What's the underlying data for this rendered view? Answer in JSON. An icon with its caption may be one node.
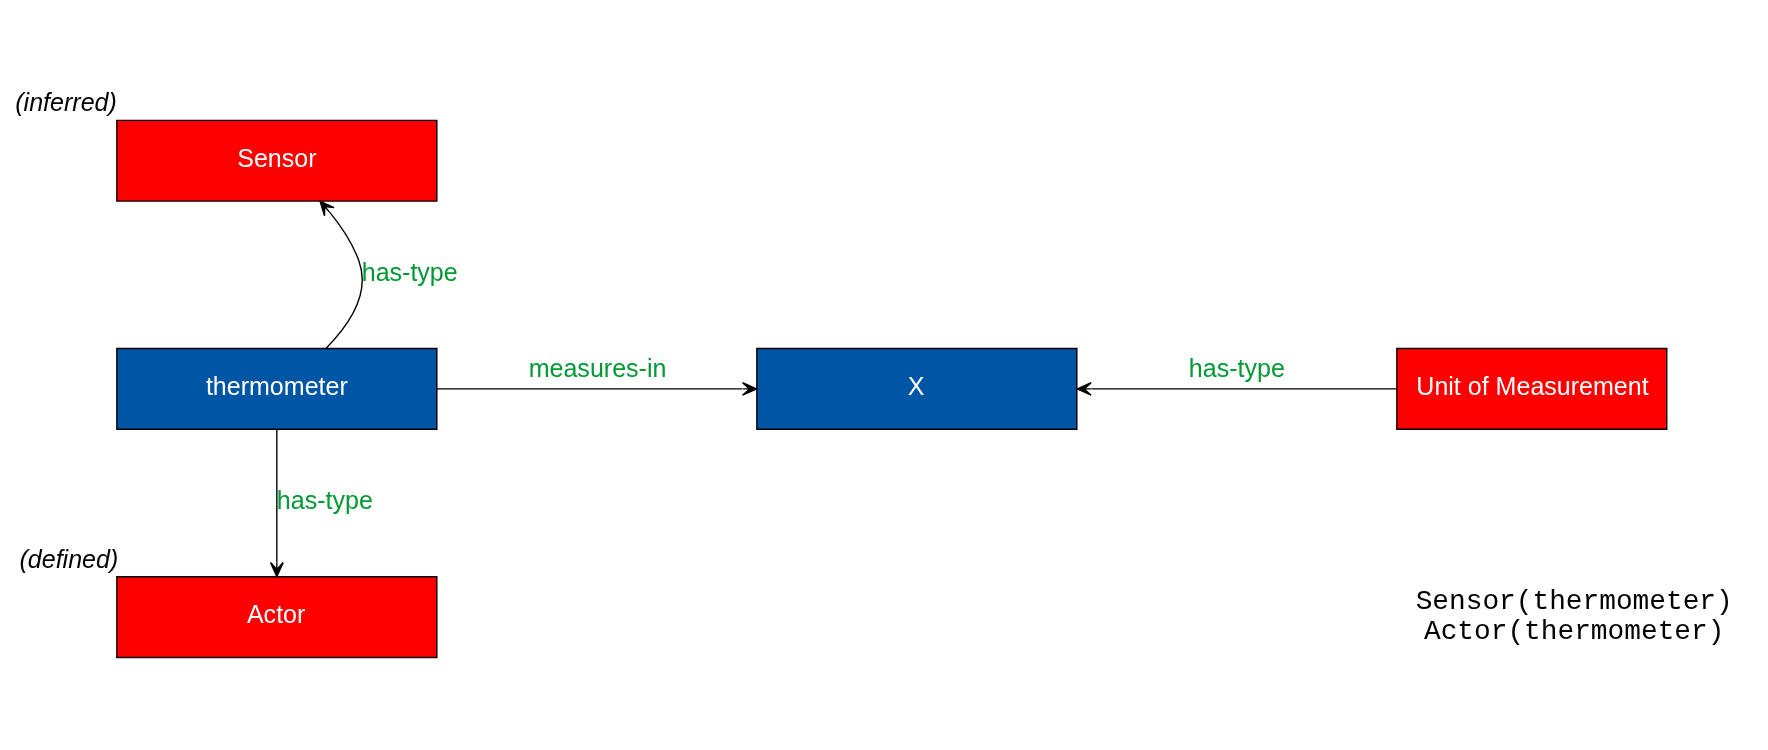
{
  "diagram": {
    "nodes": [
      {
        "text": [
          "Sensor"
        ],
        "beside": [
          "(inferred)"
        ]
      },
      {
        "text": [
          "thermometer"
        ]
      },
      {
        "text": [
          "X"
        ]
      },
      {
        "text": [
          "Unit of Measurement"
        ]
      },
      {
        "text": [
          "Actor"
        ],
        "beside": [
          "(defined)"
        ]
      }
    ],
    "edges": [
      {
        "from": 1,
        "to": 0,
        "arrow": "to",
        "label": "has-type"
      },
      {
        "from": 1,
        "to": 2,
        "arrow": "to",
        "label": "measures-in"
      },
      {
        "from": 3,
        "to": 2,
        "arrow": "to",
        "label": "has-type"
      },
      {
        "from": 1,
        "to": 4,
        "arrow": "to",
        "label": "has-type"
      }
    ],
    "labels": [
      "Sensor(thermometer)",
      "Actor(thermometer)"
    ]
  }
}
